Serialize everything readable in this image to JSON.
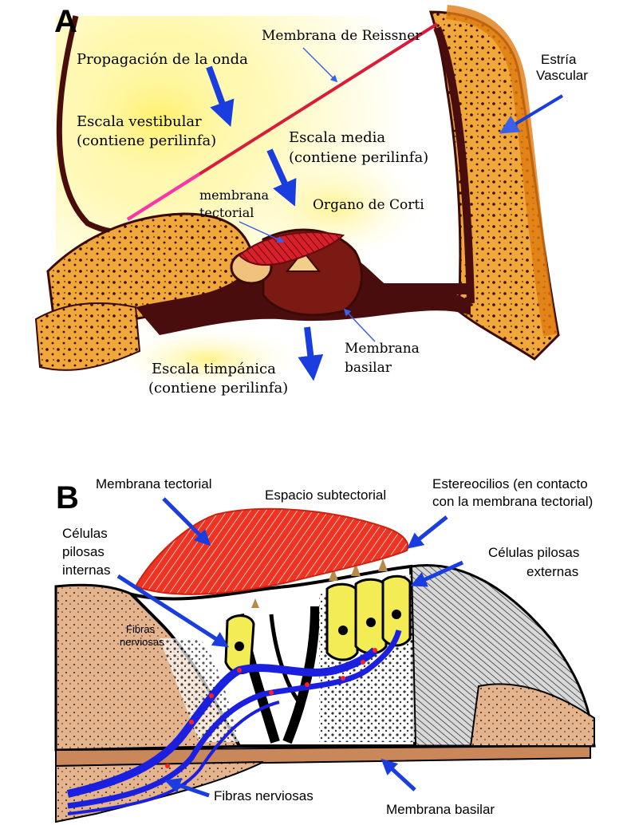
{
  "panel_a": {
    "letter": "A",
    "labels": {
      "reissner": "Membrana de Reissner",
      "onda": "Propagación de la onda",
      "vestibular_1": "Escala vestibular",
      "vestibular_2": "(contiene perilinfa)",
      "media_1": "Escala media",
      "media_2": "(contiene perilinfa)",
      "tectorial_1": "membrana",
      "tectorial_2": "tectorial",
      "corti": "Organo de Corti",
      "estria_1": "Estría",
      "estria_2": "Vascular",
      "basilar_1": "Membrana",
      "basilar_2": "basilar",
      "timpanica_1": "Escala timpánica",
      "timpanica_2": "(contiene perilinfa)"
    }
  },
  "panel_b": {
    "letter": "B",
    "labels": {
      "tectorial": "Membrana tectorial",
      "subtectorial": "Espacio subtectorial",
      "estereocilios_1": "Estereocilios (en contacto",
      "estereocilios_2": "con la membrana tectorial)",
      "internas_1": "Células",
      "internas_2": "pilosas",
      "internas_3": "internas",
      "externas_1": "Células pilosas",
      "externas_2": "externas",
      "fibras_small_1": "Fibras",
      "fibras_small_2": "nerviosas",
      "fibras": "Fibras nerviosas",
      "basilar": "Membrana basilar"
    }
  },
  "colors": {
    "arrow": "#1a3de0",
    "bone": "#e8901e",
    "dark_tissue": "#4a0d0d",
    "reissner_line": "#d81c3a",
    "tectorial": "#ee3322",
    "yellow_glow": "#fff7a0",
    "hair_cell": "#f3ec54",
    "nerve": "#1b1fe0",
    "tissue_b": "#d9a27a"
  }
}
